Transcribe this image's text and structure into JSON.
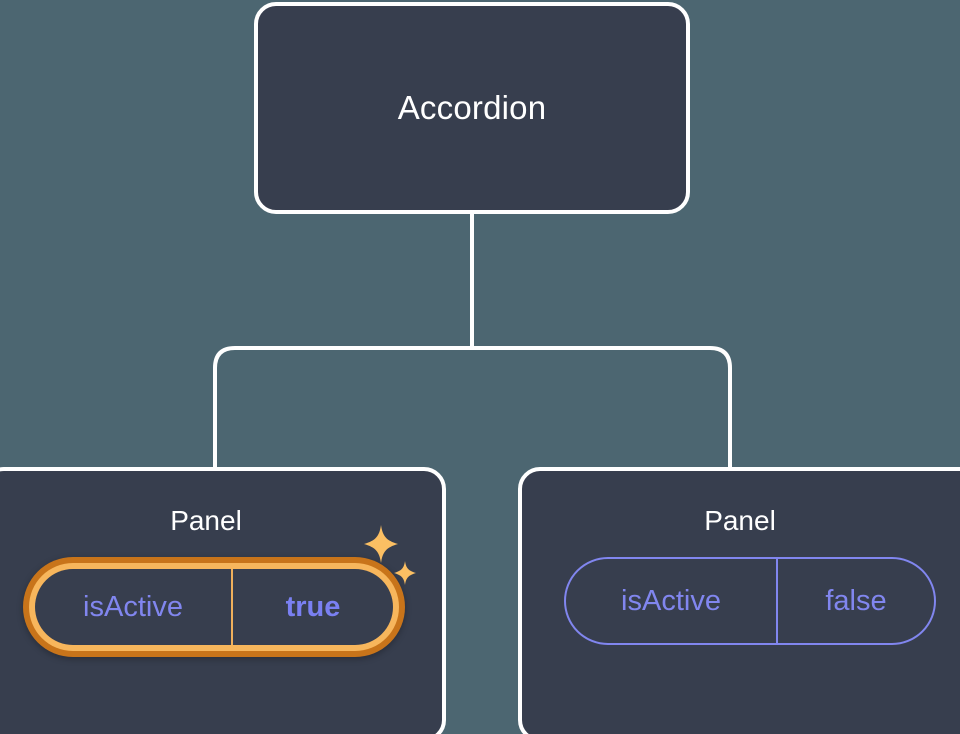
{
  "diagram": {
    "type": "component-tree",
    "background_color": "#4c6671",
    "node_fill_color": "#373e4e",
    "node_border_color": "#ffffff",
    "accent_purple": "#8186ef",
    "highlight_outer_color": "#c8741a",
    "highlight_inner_color": "#f7b65c",
    "sparkle_color": "#fbbf63"
  },
  "root": {
    "title": "Accordion"
  },
  "panels": [
    {
      "title": "Panel",
      "highlighted": true,
      "prop": {
        "key": "isActive",
        "value": "true"
      },
      "sparkle_icons": [
        "sparkle-large-icon",
        "sparkle-small-icon"
      ]
    },
    {
      "title": "Panel",
      "highlighted": false,
      "prop": {
        "key": "isActive",
        "value": "false"
      }
    }
  ],
  "connectors": {
    "stroke_color": "#ffffff",
    "stroke_width": 4,
    "corner_radius": 20
  }
}
